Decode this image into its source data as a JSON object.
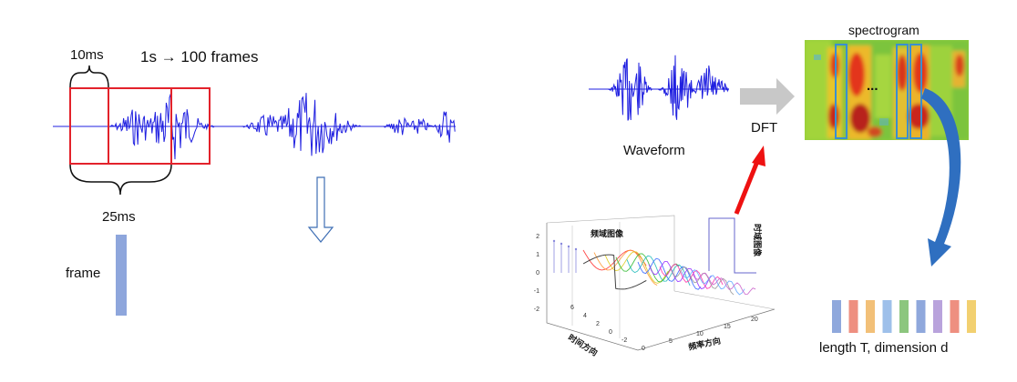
{
  "left_panel": {
    "label_10ms": "10ms",
    "label_rate": "1s → 100 frames",
    "label_25ms": "25ms",
    "label_frame": "frame"
  },
  "right_panel": {
    "label_waveform": "Waveform",
    "label_dft": "DFT",
    "label_spectrogram": "spectrogram",
    "label_ellipsis": "...",
    "label_output": "length T, dimension d",
    "plot3d": {
      "label_freq_image": "频域图像",
      "label_time_axis": "时间方向",
      "label_freq_axis": "频率方向",
      "label_side": "时域图像",
      "y_ticks": [
        "2",
        "1",
        "0",
        "-1",
        "-2"
      ],
      "time_ticks": [
        "6",
        "4",
        "2",
        "0",
        "-2"
      ],
      "freq_ticks": [
        "0",
        "5",
        "10",
        "15",
        "20"
      ]
    }
  },
  "colors": {
    "waveform": "#1f1fe0",
    "frame_box": "#e3222b",
    "frame_bar": "#8ea6dc",
    "arrow_gray": "#c8c8c8",
    "arrow_red": "#ee1111",
    "arrow_blue": "#2f6fc0",
    "output_vectors": [
      "#8fa8dc",
      "#ee8f80",
      "#f2c078",
      "#9ec0ea",
      "#8cc67e",
      "#8fa8dc",
      "#b9a3dc",
      "#ee8f80",
      "#f2d070"
    ]
  }
}
